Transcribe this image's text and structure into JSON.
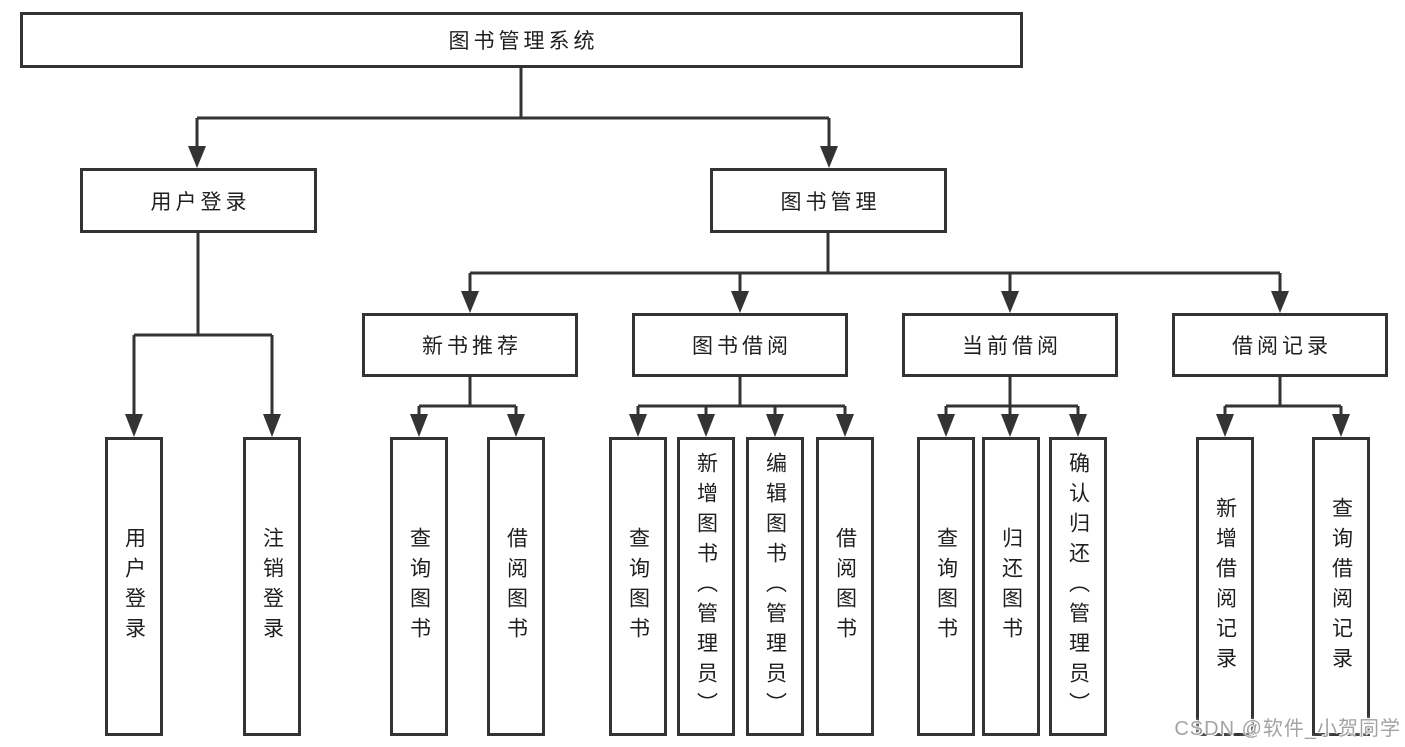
{
  "diagram": {
    "root": "图书管理系统",
    "level2": [
      "用户登录",
      "图书管理"
    ],
    "level3": [
      "新书推荐",
      "图书借阅",
      "当前借阅",
      "借阅记录"
    ],
    "groups": {
      "user_login": [
        "用户登录",
        "注销登录"
      ],
      "new_book_recommendation": [
        "查询图书",
        "借阅图书"
      ],
      "book_borrowing": [
        "查询图书",
        "新增图书（管理员）",
        "编辑图书（管理员）",
        "借阅图书"
      ],
      "current_borrowing": [
        "查询图书",
        "归还图书",
        "确认归还（管理员）"
      ],
      "borrowing_records": [
        "新增借阅记录",
        "查询借阅记录"
      ]
    }
  },
  "watermark": "CSDN @软件_小贺同学",
  "colors": {
    "border": "#333333",
    "line": "#333333",
    "text": "#1f1f1f",
    "watermark": "#a3a3a3",
    "background": "#ffffff"
  }
}
